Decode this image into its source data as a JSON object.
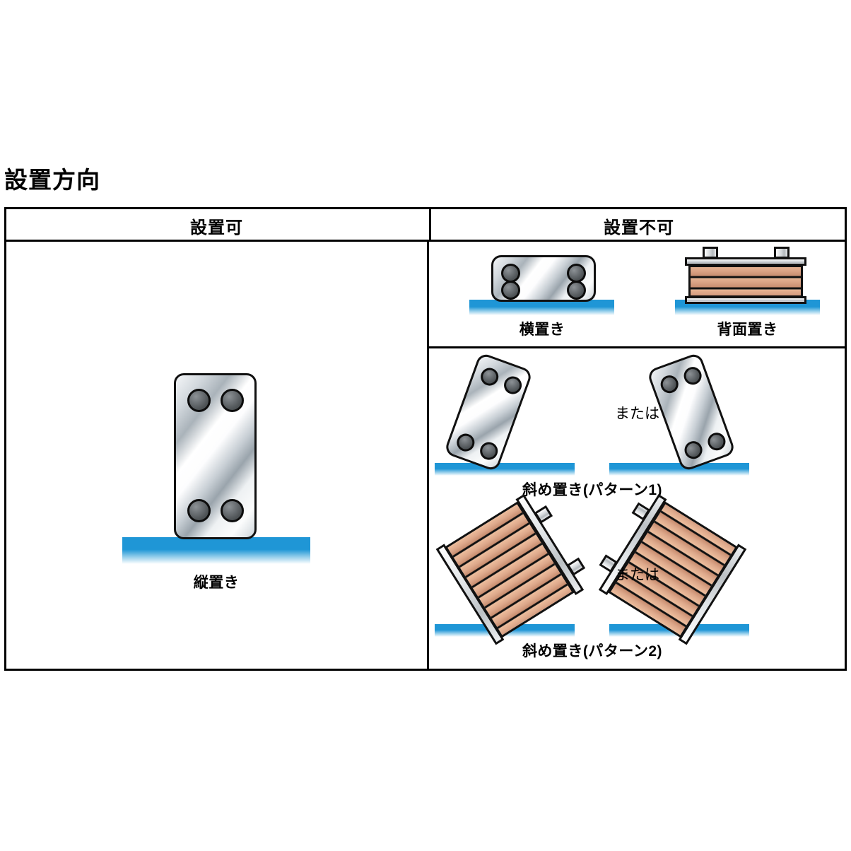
{
  "title": "設置方向",
  "table": {
    "headers": {
      "allowed": "設置可",
      "not_allowed": "設置不可"
    }
  },
  "allowed_figures": [
    {
      "id": "vertical",
      "caption": "縦置き",
      "orientation": "vertical",
      "view": "front"
    }
  ],
  "not_allowed_figures": [
    {
      "id": "horizontal",
      "caption": "横置き",
      "orientation": "horizontal",
      "view": "front"
    },
    {
      "id": "back",
      "caption": "背面置き",
      "orientation": "back",
      "view": "side"
    },
    {
      "id": "diagonal-pattern-1",
      "caption": "斜め置き(パターン1)",
      "or_label": "または",
      "orientation": "tilted",
      "view": "front",
      "tilt_degrees": 20
    },
    {
      "id": "diagonal-pattern-2",
      "caption": "斜め置き(パターン2)",
      "or_label": "または",
      "orientation": "tilted",
      "view": "side",
      "tilt_degrees": 60
    }
  ],
  "colors": {
    "ground": "#1f96d6",
    "plate_metal": "#d2d8dd",
    "port": "#4e5356",
    "copper": "#d9a184",
    "border": "#000000",
    "background": "#ffffff"
  }
}
